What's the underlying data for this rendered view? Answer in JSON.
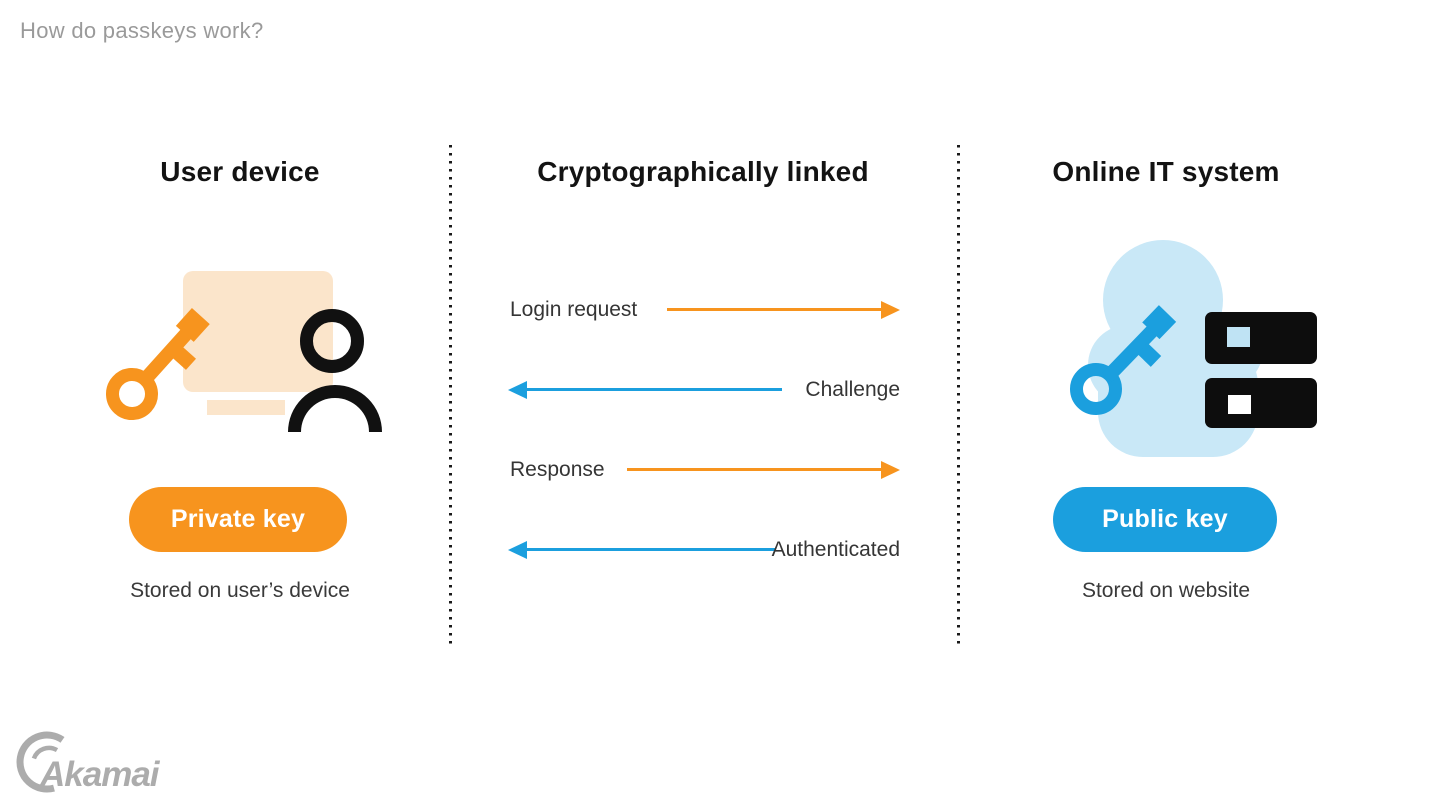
{
  "page": {
    "title": "How do passkeys work?"
  },
  "colors": {
    "orange": "#F7941E",
    "blue": "#1B9FDE",
    "peach": "#FBE5CB",
    "cloud_blue": "#C9E8F7",
    "title_gray": "#9A9A9A",
    "logo_gray": "#ACACAC",
    "text_dark": "#131313"
  },
  "columns": {
    "user_device": {
      "header": "User device",
      "key_label": "Private key",
      "caption": "Stored on user’s device"
    },
    "link": {
      "header": "Cryptographically linked"
    },
    "online_system": {
      "header": "Online IT system",
      "key_label": "Public key",
      "caption": "Stored on website"
    }
  },
  "flows": [
    {
      "label": "Login request",
      "direction": "right",
      "color": "orange"
    },
    {
      "label": "Challenge",
      "direction": "left",
      "color": "blue"
    },
    {
      "label": "Response",
      "direction": "right",
      "color": "orange"
    },
    {
      "label": "Authenticated",
      "direction": "left",
      "color": "blue"
    }
  ],
  "footer": {
    "logo": "Akamai"
  }
}
